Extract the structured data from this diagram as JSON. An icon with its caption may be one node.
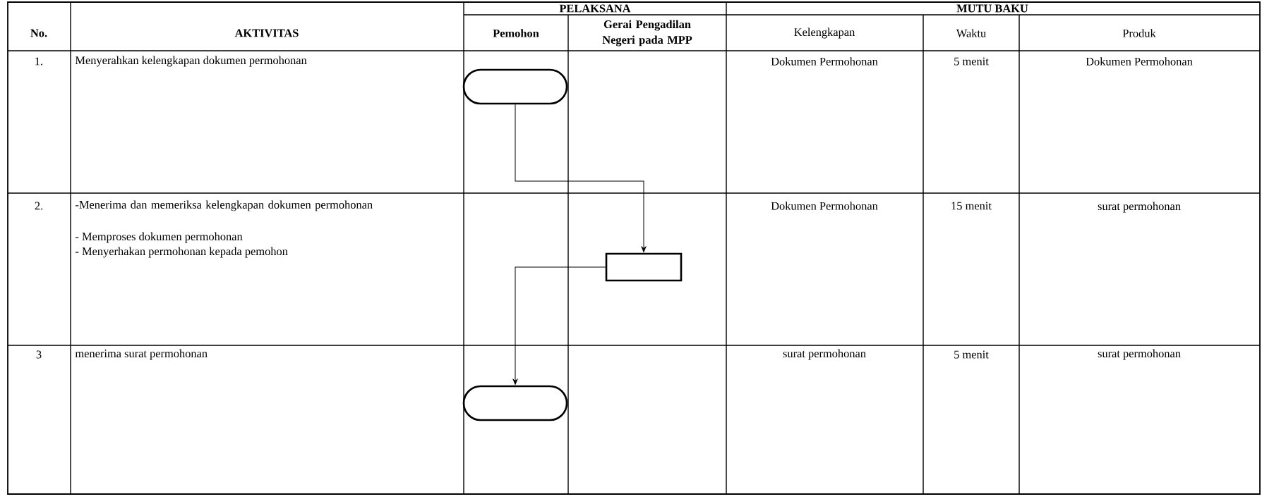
{
  "diagram": {
    "nodes": [
      {
        "text": [],
        "shape": "terminal"
      },
      {
        "text": [],
        "shape": "box"
      },
      {
        "text": [],
        "shape": "terminal"
      }
    ],
    "edges": [
      {
        "from": 0,
        "to": 1,
        "arrow": "to"
      },
      {
        "from": 1,
        "to": 2,
        "arrow": "to"
      }
    ],
    "labels": [
      "No.",
      "AKTIVITAS",
      "PELAKSANA",
      "MUTU BAKU",
      "Pemohon",
      "Gerai Pengadilan Negeri pada MPP",
      "Kelengkapan",
      "Waktu",
      "Produk",
      "1.",
      "Menyerahkan kelengkapan dokumen permohonan",
      "Dokumen Permohonan",
      "5 menit",
      "Dokumen Permohonan",
      "2.",
      "-Menerima dan memeriksa kelengkapan dokumen permohonan",
      "- Memproses dokumen permohonan",
      "- Menyerhakan permohonan kepada pemohon",
      "Dokumen Permohonan",
      "15 menit",
      "surat permohonan",
      "3",
      "menerima surat permohonan",
      "surat permohonan",
      "5 menit",
      "surat permohonan"
    ]
  }
}
